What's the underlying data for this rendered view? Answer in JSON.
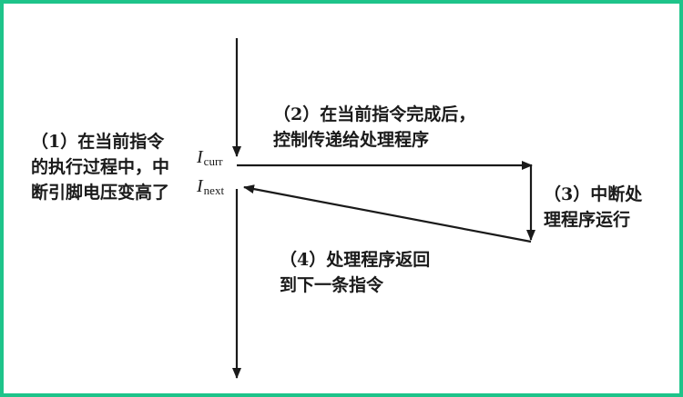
{
  "step1": {
    "lines": [
      "（1）在当前指令",
      "的执行过程中，中",
      "断引脚电压变高了"
    ]
  },
  "step2": {
    "lines": [
      "（2）在当前指令完成后，",
      "控制传递给处理程序"
    ]
  },
  "step3": {
    "lines": [
      "（3）中断处",
      "理程序运行"
    ]
  },
  "step4": {
    "lines": [
      "（4）处理程序返回",
      "到下一条指令"
    ]
  },
  "labels": {
    "curr_base": "I",
    "curr_sub": "curr",
    "next_base": "I",
    "next_sub": "next"
  },
  "colors": {
    "border": "#1ec48a",
    "ink": "#1a1a1a"
  }
}
